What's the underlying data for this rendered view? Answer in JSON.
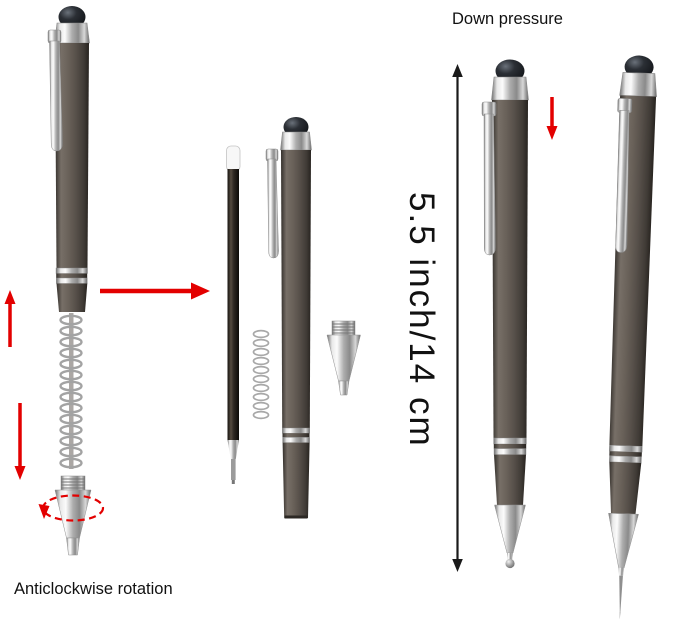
{
  "annotations": {
    "down_pressure": "Down pressure",
    "length_measure": "5.5 inch/14 cm",
    "anticlockwise_rotation": "Anticlockwise rotation"
  },
  "colors": {
    "background": "#ffffff",
    "arrow_red": "#e30000",
    "measure_black": "#1a1a1a",
    "label_text": "#111111",
    "pen_body": "#57504a",
    "metal": "#c9c9c9",
    "stylus_top": "#15181c"
  }
}
